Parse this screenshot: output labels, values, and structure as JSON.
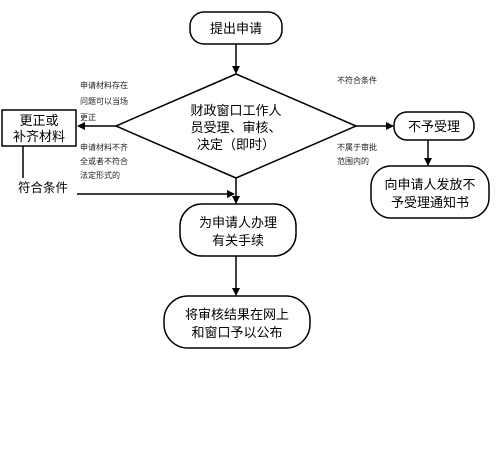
{
  "colors": {
    "stroke": "#000000",
    "background": "#ffffff",
    "note_text": "#222222"
  },
  "nodes": {
    "start": {
      "text": "提出申请"
    },
    "decision": {
      "lines": [
        "财政窗口工作人",
        "员受理、审核、",
        "决定（即时）"
      ]
    },
    "supplement": {
      "lines": [
        "更正或",
        "补齐材料"
      ]
    },
    "reject": {
      "text": "不予受理"
    },
    "notice": {
      "lines": [
        "向申请人发放不",
        "予受理通知书"
      ]
    },
    "process": {
      "lines": [
        "为申请人办理",
        "有关手续"
      ]
    },
    "publish": {
      "lines": [
        "将审核结果在网上",
        "和窗口予以公布"
      ]
    }
  },
  "labels": {
    "materials_issue": [
      "申请材料存在",
      "问题可以当场",
      "更正"
    ],
    "materials_incomplete": [
      "申请材料不齐",
      "全或者不符合",
      "法定形式的"
    ],
    "eligible": "符合条件",
    "not_eligible": "不符合条件",
    "out_of_scope": [
      "不属于审批",
      "范围内的"
    ]
  }
}
